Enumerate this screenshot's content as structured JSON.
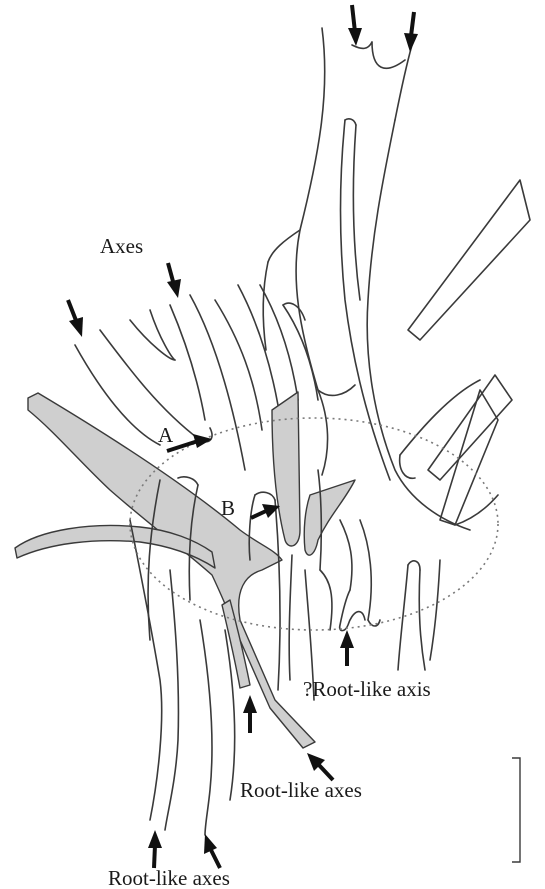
{
  "labels": {
    "axes": "Axes",
    "point_a": "A",
    "point_b": "B",
    "root_like_axis_query": "?Root-like axis",
    "root_like_axes_right": "Root-like axes",
    "root_like_axes_bottom": "Root-like axes"
  },
  "colors": {
    "line": "#3a3a3a",
    "fill": "#cfcfcf",
    "arrow": "#111111",
    "dotted": "#7a7a7a"
  }
}
